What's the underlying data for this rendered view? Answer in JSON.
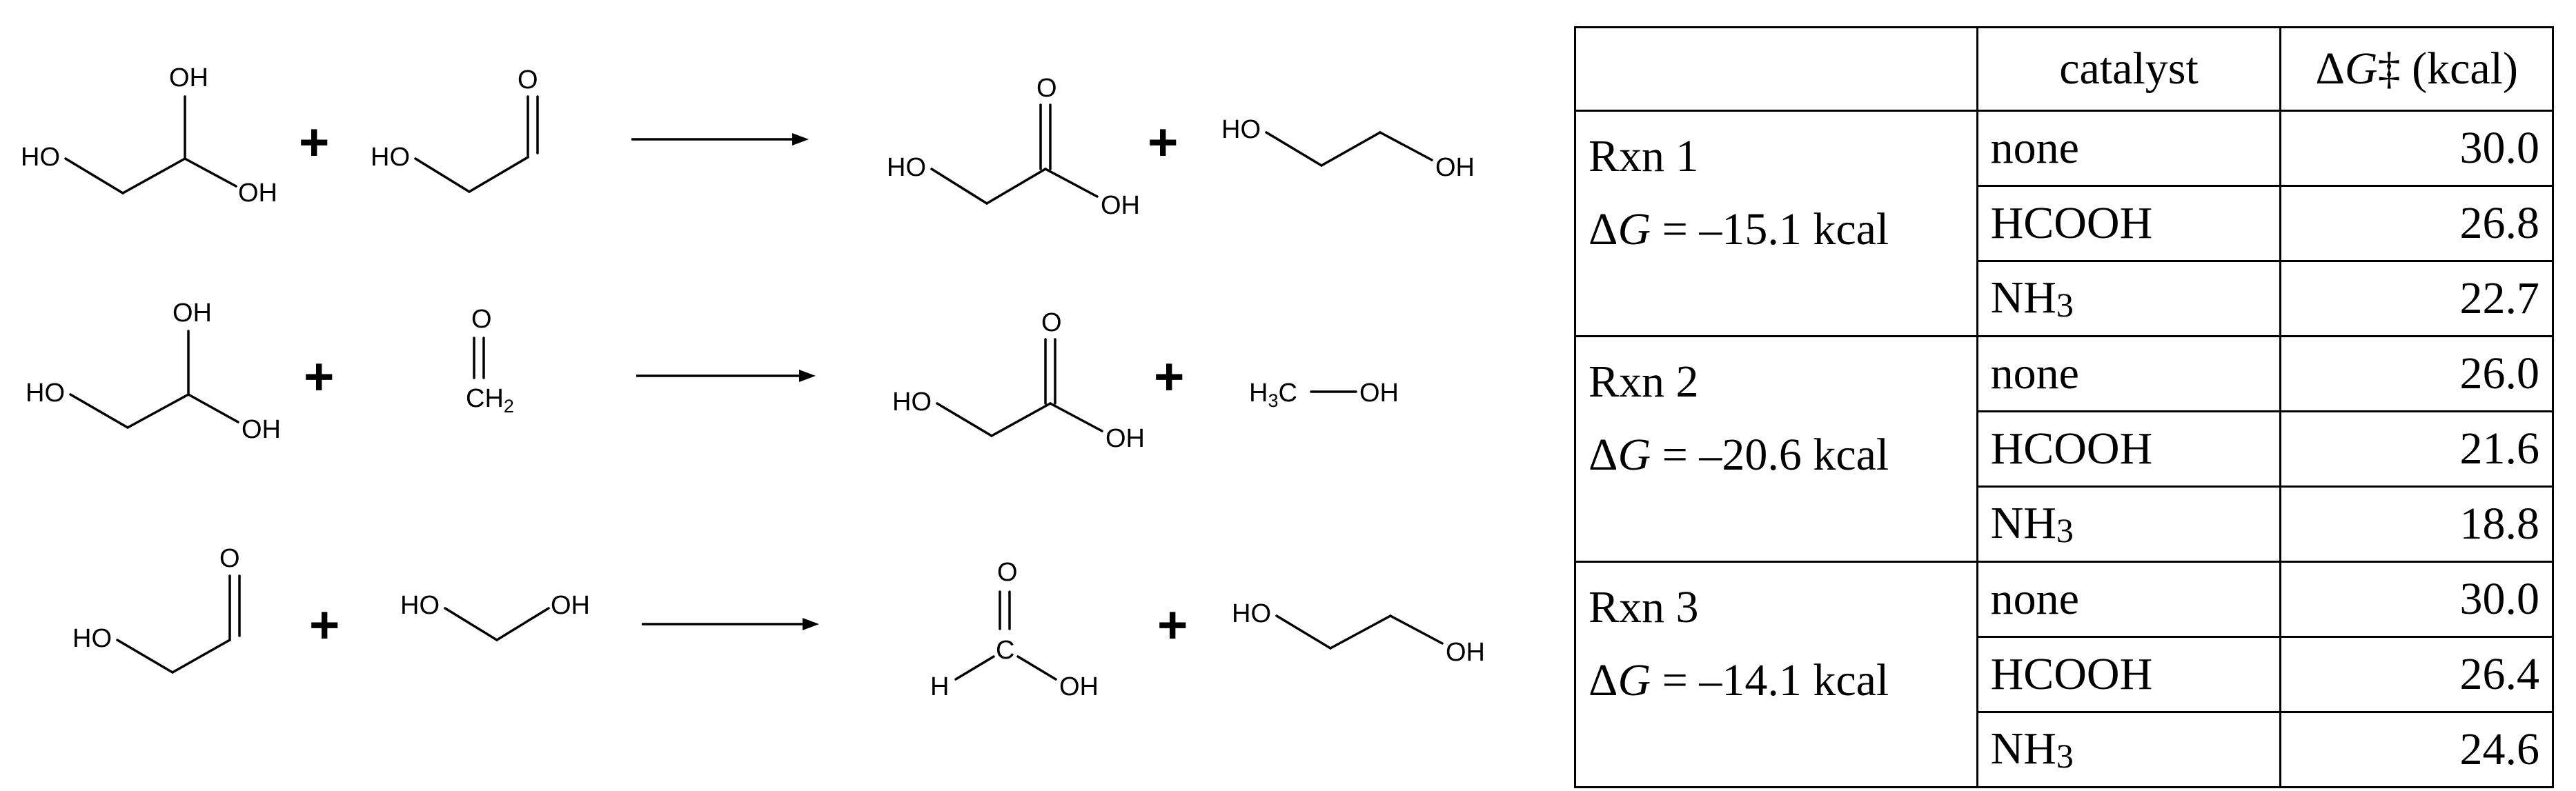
{
  "scheme": {
    "plus_sign": "+",
    "atoms": {
      "HO": "HO",
      "OH": "OH",
      "O": "O",
      "C": "C",
      "H": "H",
      "CH": "CH",
      "two": "2",
      "H3C_H": "H",
      "H3C_3": "3",
      "H3C_C": "C"
    }
  },
  "table": {
    "headers": [
      "",
      "catalyst",
      "ΔG‡ (kcal)"
    ],
    "header_delta": "Δ",
    "header_g": "G",
    "header_rest": "‡ (kcal)",
    "reactions": [
      {
        "name": "Rxn 1",
        "dg_label_delta": "Δ",
        "dg_label_g": "G",
        "dg_value": " = –15.1 kcal",
        "rows": [
          {
            "catalyst": "none",
            "barrier": "30.0"
          },
          {
            "catalyst": "HCOOH",
            "barrier": "26.8"
          },
          {
            "catalyst": "NH",
            "catalyst_sub": "3",
            "barrier": "22.7"
          }
        ]
      },
      {
        "name": "Rxn 2",
        "dg_label_delta": "Δ",
        "dg_label_g": "G",
        "dg_value": " = –20.6 kcal",
        "rows": [
          {
            "catalyst": "none",
            "barrier": "26.0"
          },
          {
            "catalyst": "HCOOH",
            "barrier": "21.6"
          },
          {
            "catalyst": "NH",
            "catalyst_sub": "3",
            "barrier": "18.8"
          }
        ]
      },
      {
        "name": "Rxn 3",
        "dg_label_delta": "Δ",
        "dg_label_g": "G",
        "dg_value": " = –14.1 kcal",
        "rows": [
          {
            "catalyst": "none",
            "barrier": "30.0"
          },
          {
            "catalyst": "HCOOH",
            "barrier": "26.4"
          },
          {
            "catalyst": "NH",
            "catalyst_sub": "3",
            "barrier": "24.6"
          }
        ]
      }
    ]
  }
}
